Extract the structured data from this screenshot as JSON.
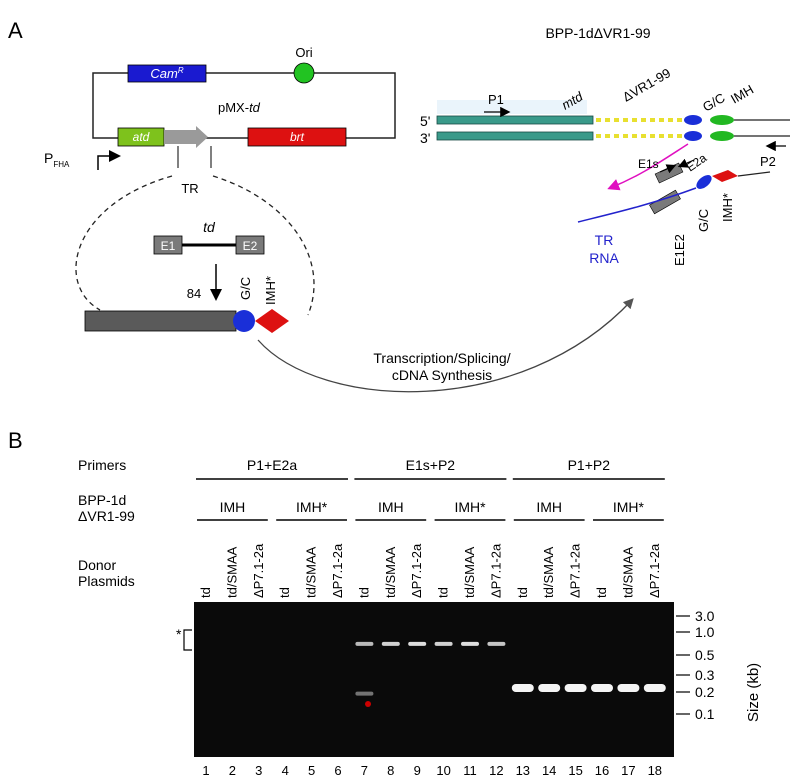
{
  "panel_a": {
    "label": "A",
    "plasmid": {
      "name_prefix": "pMX-",
      "name_italic": "td",
      "cam_label": "Cam",
      "cam_sup": "R",
      "ori_label": "Ori",
      "atd_label": "atd",
      "brt_label": "brt",
      "promoter_label": "P",
      "promoter_sub": "FHA",
      "tr_label": "TR"
    },
    "construct": {
      "td_label": "td",
      "e1_label": "E1",
      "e2_label": "E2",
      "position_label": "84",
      "gc_label": "G/C",
      "imh_star_label": "IMH*"
    },
    "arrow_caption_line1": "Transcription/Splicing/",
    "arrow_caption_line2": "cDNA Synthesis",
    "target": {
      "title": "BPP-1dΔVR1-99",
      "five_prime": "5'",
      "three_prime": "3'",
      "p1_label": "P1",
      "mtd_label": "mtd",
      "dvr_label": "ΔVR1-99",
      "gc_label": "G/C",
      "imh_label": "IMH",
      "p2_label": "P2",
      "e1s_label": "E1s",
      "e2a_label": "E2a",
      "gc2_label": "G/C",
      "imh_star_label": "IMH*",
      "tr_rna_line1": "TR",
      "tr_rna_line2": "RNA",
      "e1e2_label": "E1E2"
    }
  },
  "panel_b": {
    "label": "B",
    "row_primers": "Primers",
    "row_bpp_line1": "BPP-1d",
    "row_bpp_line2": "ΔVR1-99",
    "row_donor_line1": "Donor",
    "row_donor_line2": "Plasmids",
    "primer_groups": [
      "P1+E2a",
      "E1s+P2",
      "P1+P2"
    ],
    "bpp_groups": [
      "IMH",
      "IMH*",
      "IMH",
      "IMH*",
      "IMH",
      "IMH*"
    ],
    "donors": [
      "td",
      "td/SMAA",
      "ΔP7.1-2a",
      "td",
      "td/SMAA",
      "ΔP7.1-2a",
      "td",
      "td/SMAA",
      "ΔP7.1-2a",
      "td",
      "td/SMAA",
      "ΔP7.1-2a",
      "td",
      "td/SMAA",
      "ΔP7.1-2a",
      "td",
      "td/SMAA",
      "ΔP7.1-2a"
    ],
    "lane_numbers": [
      "1",
      "2",
      "3",
      "4",
      "5",
      "6",
      "7",
      "8",
      "9",
      "10",
      "11",
      "12",
      "13",
      "14",
      "15",
      "16",
      "17",
      "18"
    ],
    "size_markers": [
      "3.0",
      "1.0",
      "0.5",
      "0.3",
      "0.2",
      "0.1"
    ],
    "size_axis_label": "Size (kb)",
    "star_label": "*",
    "gel_bands": [
      {
        "lane": 7,
        "size_kb": 0.7,
        "intensity": 0.75
      },
      {
        "lane": 8,
        "size_kb": 0.7,
        "intensity": 0.85
      },
      {
        "lane": 9,
        "size_kb": 0.7,
        "intensity": 0.9
      },
      {
        "lane": 10,
        "size_kb": 0.7,
        "intensity": 0.85
      },
      {
        "lane": 11,
        "size_kb": 0.7,
        "intensity": 0.9
      },
      {
        "lane": 12,
        "size_kb": 0.7,
        "intensity": 0.8
      },
      {
        "lane": 7,
        "size_kb": 0.19,
        "intensity": 0.45
      },
      {
        "lane": 13,
        "size_kb": 0.22,
        "intensity": 1.0
      },
      {
        "lane": 14,
        "size_kb": 0.22,
        "intensity": 1.0
      },
      {
        "lane": 15,
        "size_kb": 0.22,
        "intensity": 1.0
      },
      {
        "lane": 16,
        "size_kb": 0.22,
        "intensity": 1.0
      },
      {
        "lane": 17,
        "size_kb": 0.22,
        "intensity": 1.0
      },
      {
        "lane": 18,
        "size_kb": 0.22,
        "intensity": 1.0
      }
    ]
  },
  "colors": {
    "cam": "#1a1ad0",
    "ori": "#22c322",
    "atd": "#7ec21c",
    "brt": "#dd1111",
    "gray": "#5a5a5a",
    "gc_blue": "#1a2fd8",
    "imh_red": "#dd1111",
    "imh_green": "#22b822",
    "dna_teal": "#3a9a8a",
    "dvr_yellow": "#e8e030",
    "tr_rna_blue": "#2222cc",
    "magenta": "#e010c0",
    "gel_bg": "#0a0a0a",
    "band": "#f4f4f4"
  },
  "icons": [
    "arrow-icon",
    "dashed-loop-icon",
    "curved-arrow-icon"
  ]
}
